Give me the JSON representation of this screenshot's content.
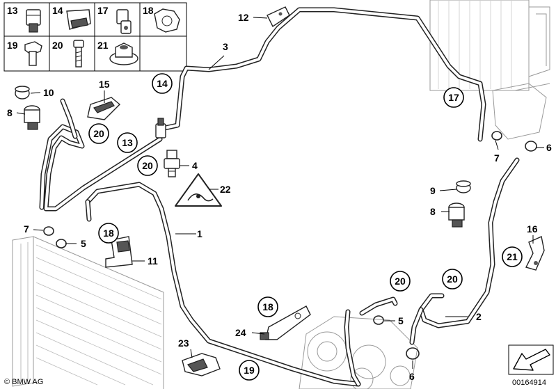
{
  "legend_box": {
    "cells": [
      "13",
      "14",
      "17",
      "18",
      "19",
      "20",
      "21"
    ]
  },
  "labels": {
    "l1": "1",
    "l2": "2",
    "l3": "3",
    "l4": "4",
    "l5a": "5",
    "l5b": "5",
    "l6a": "6",
    "l6b": "6",
    "l7a": "7",
    "l7b": "7",
    "l8a": "8",
    "l8b": "8",
    "l9": "9",
    "l10": "10",
    "l11": "11",
    "l12": "12",
    "l15": "15",
    "l16": "16",
    "l22": "22",
    "l23": "23",
    "l24": "24"
  },
  "callouts": {
    "c14": "14",
    "c13": "13",
    "c20a": "20",
    "c20b": "20",
    "c17": "17",
    "c18a": "18",
    "c18b": "18",
    "c20c": "20",
    "c20d": "20",
    "c21": "21",
    "c19": "19"
  },
  "footer": {
    "brand": "© BMW AG",
    "part_number": "00164914"
  }
}
